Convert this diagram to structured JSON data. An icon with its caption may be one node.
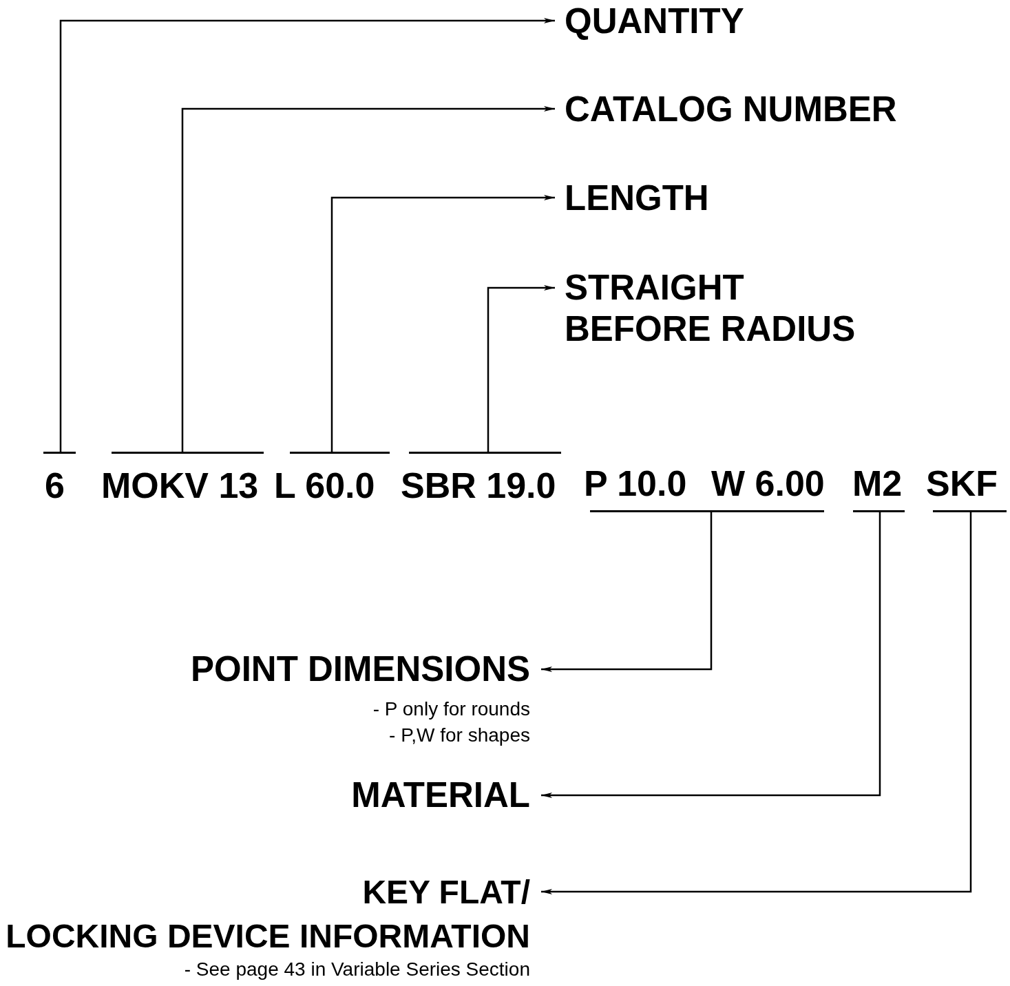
{
  "diagram": {
    "nodes": [
      {
        "text": [
          "QUANTITY"
        ]
      },
      {
        "text": [
          "CATALOG NUMBER"
        ]
      },
      {
        "text": [
          "LENGTH"
        ]
      },
      {
        "text": [
          "STRAIGHT BEFORE RADIUS"
        ]
      },
      {
        "text": [
          "6"
        ]
      },
      {
        "text": [
          "MOKV 13"
        ]
      },
      {
        "text": [
          "L 60.0"
        ]
      },
      {
        "text": [
          "SBR 19.0"
        ]
      },
      {
        "text": [
          "P 10.0",
          "W 6.00"
        ]
      },
      {
        "text": [
          "M2"
        ]
      },
      {
        "text": [
          "SKF"
        ]
      },
      {
        "text": [
          "POINT DIMENSIONS"
        ],
        "beside": [
          "- P only for rounds",
          "- P,W for shapes"
        ]
      },
      {
        "text": [
          "MATERIAL"
        ]
      },
      {
        "text": [
          "KEY FLAT/",
          "LOCKING DEVICE INFORMATION"
        ],
        "beside": [
          "- See page 43 in Variable Series Section"
        ]
      }
    ],
    "edges": [
      {
        "from": 4,
        "to": 0,
        "arrow": "to"
      },
      {
        "from": 5,
        "to": 1,
        "arrow": "to"
      },
      {
        "from": 6,
        "to": 2,
        "arrow": "to"
      },
      {
        "from": 7,
        "to": 3,
        "arrow": "to"
      },
      {
        "from": 8,
        "to": 11,
        "arrow": "to"
      },
      {
        "from": 9,
        "to": 12,
        "arrow": "to"
      },
      {
        "from": 10,
        "to": 13,
        "arrow": "to"
      }
    ]
  }
}
